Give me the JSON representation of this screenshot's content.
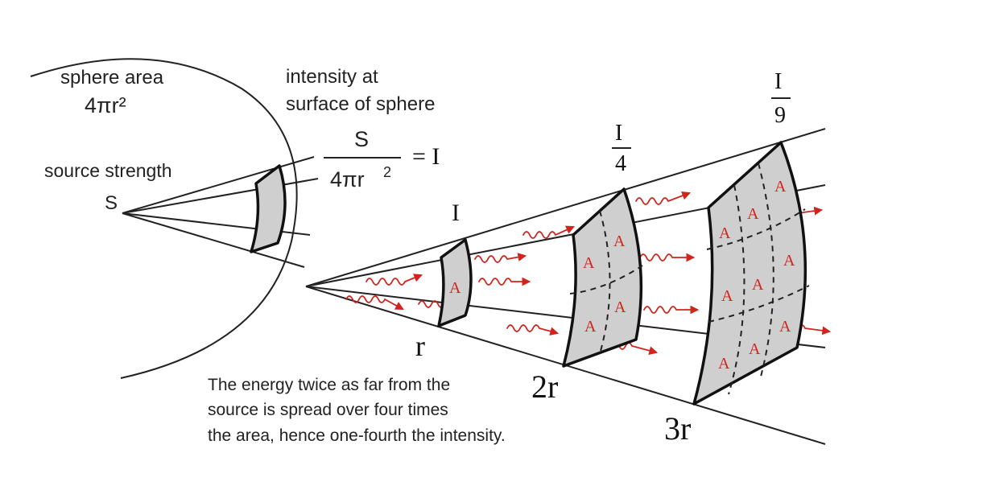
{
  "labels": {
    "sphere_area": "sphere area",
    "sphere_area_formula": "4πr²",
    "intensity_line1": "intensity at",
    "intensity_line2": "surface of sphere",
    "formula_numerator": "S",
    "formula_denominator": "4πr",
    "formula_denominator_exp": "2",
    "formula_result": "= I",
    "source_strength": "source strength",
    "source_symbol": "S",
    "caption_line1": "The energy twice as far from the",
    "caption_line2": "source is spread over four times",
    "caption_line3": "the area, hence one-fourth the intensity."
  },
  "distances": {
    "r": "r",
    "two_r": "2r",
    "three_r": "3r"
  },
  "intensities": {
    "at_r": "I",
    "at_2r_num": "I",
    "at_2r_den": "4",
    "at_3r_num": "I",
    "at_3r_den": "9"
  },
  "patch_label": "A",
  "colors": {
    "wave": "#d0241c",
    "patch_fill": "#cfcfcf",
    "ink": "#222222"
  }
}
